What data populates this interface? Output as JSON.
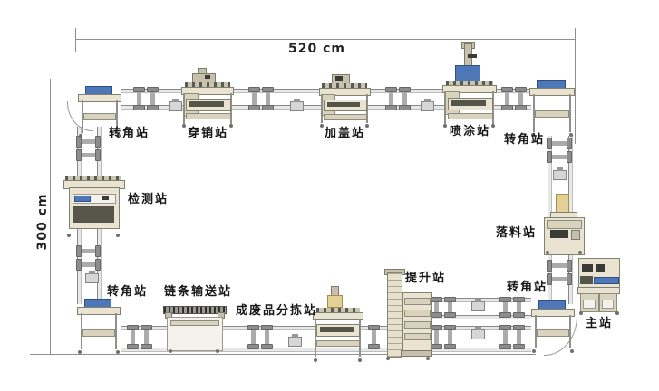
{
  "dimensions": {
    "width_label": "520 cm",
    "height_label": "300 cm"
  },
  "stations": {
    "corner_tl": "转角站",
    "pin": "穿销站",
    "cap": "加盖站",
    "spray": "喷涂站",
    "corner_tr": "转角站",
    "inspect": "检测站",
    "drop": "落料站",
    "corner_br": "转角站",
    "main": "主站",
    "lift": "提升站",
    "sort": "成废品分拣站",
    "chain": "链条输送站",
    "corner_bl": "转角站"
  },
  "colors": {
    "machine_beige": "#eae3d1",
    "accent_blue": "#4d77b6",
    "line_gray": "#8f8f8f"
  }
}
